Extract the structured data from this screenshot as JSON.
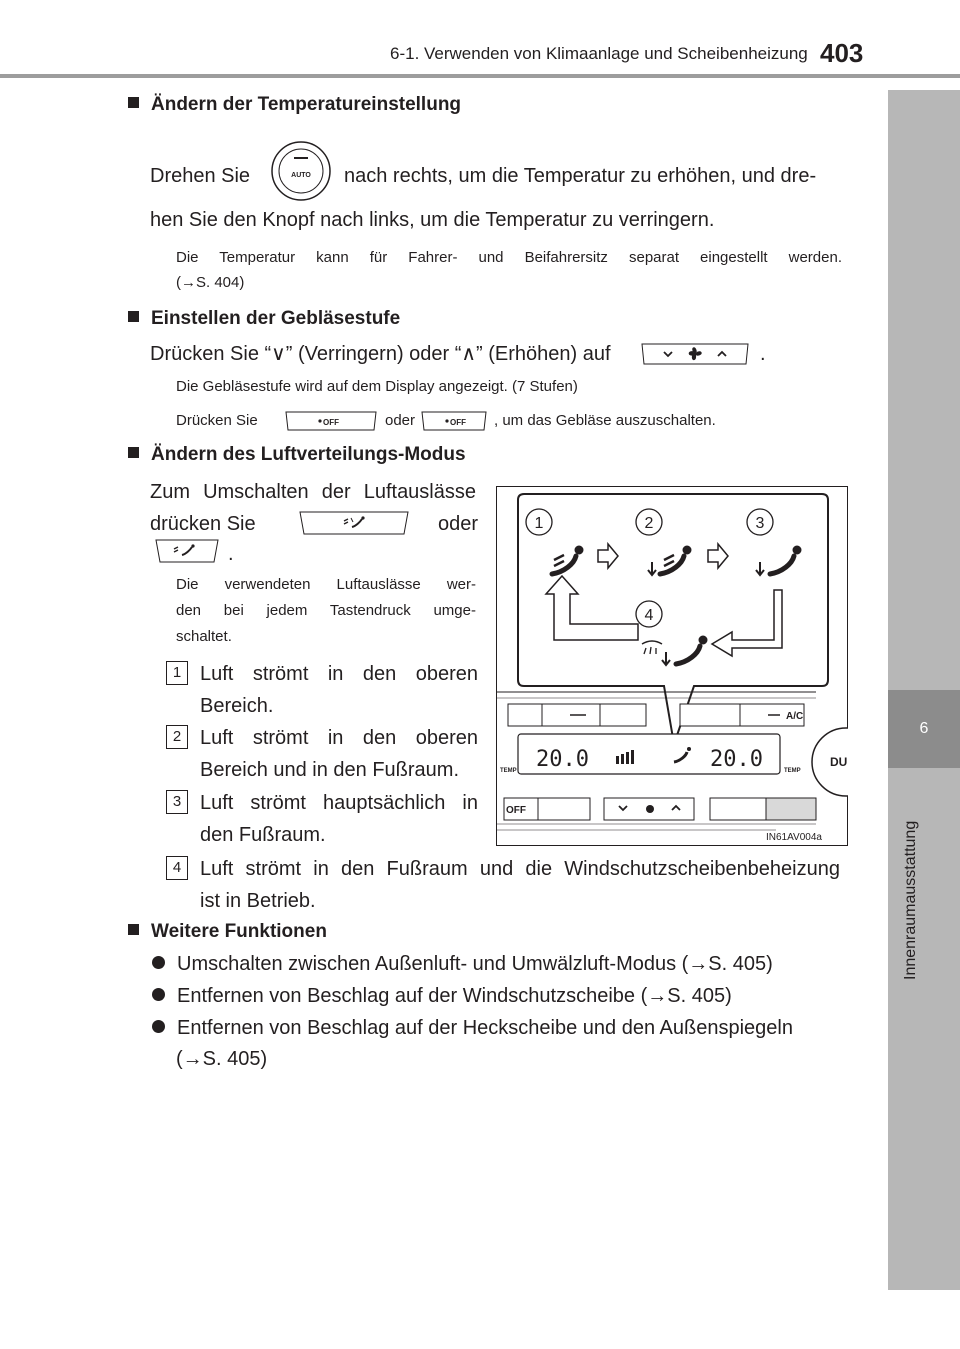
{
  "header": {
    "section_title": "6-1. Verwenden von Klimaanlage und Scheibenheizung",
    "page_number": "403"
  },
  "side_tab": {
    "chapter": "6",
    "label": "Innenraumausstattung"
  },
  "sec1": {
    "heading": "Ändern der Temperatureinstellung",
    "line1_a": "Drehen Sie",
    "line1_b": "nach rechts, um die Temperatur zu erhöhen, und dre-",
    "line2": "hen Sie den Knopf nach links, um die Temperatur zu verringern.",
    "note1": "Die Temperatur kann für Fahrer- und Beifahrersitz separat eingestellt werden.",
    "note2": "(→S. 404)",
    "knob_label": "AUTO"
  },
  "sec2": {
    "heading": "Einstellen der Gebläsestufe",
    "line1_a": "Drücken Sie “∨” (Verringern) oder “∧” (Erhöhen) auf",
    "line1_b": ".",
    "note1": "Die Gebläsestufe wird auf dem Display angezeigt. (7 Stufen)",
    "note2_a": "Drücken Sie",
    "note2_b": "oder",
    "note2_c": ", um das Gebläse auszuschalten.",
    "off_label": "OFF"
  },
  "sec3": {
    "heading": "Ändern des Luftverteilungs-Modus",
    "intro1": "Zum Umschalten der Luftauslässe",
    "intro2_a": "drücken Sie",
    "intro2_b": "oder",
    "intro3": ".",
    "note1": "Die verwendeten Luftauslässe wer-",
    "note2": "den bei jedem Tastendruck umge-",
    "note3": "schaltet.",
    "items": [
      {
        "num": "1",
        "l1": "Luft strömt in den oberen",
        "l2": "Bereich."
      },
      {
        "num": "2",
        "l1": "Luft strömt in den oberen",
        "l2": "Bereich und in den Fußraum."
      },
      {
        "num": "3",
        "l1": "Luft strömt hauptsächlich in",
        "l2": "den Fußraum."
      },
      {
        "num": "4",
        "l1": "Luft strömt in den Fußraum und die Windschutzscheibenbeheizung",
        "l2": "ist in Betrieb."
      }
    ]
  },
  "figure": {
    "callouts": [
      "1",
      "2",
      "3",
      "4"
    ],
    "temp_left": "20.0",
    "temp_right": "20.0",
    "ac_label": "A/C",
    "temp_label": "TEMP",
    "off_label": "OFF",
    "dual_label": "DU",
    "image_code": "IN61AV004a"
  },
  "sec4": {
    "heading": "Weitere Funktionen",
    "bullets": [
      "Umschalten zwischen Außenluft- und Umwälzluft-Modus (→S. 405)",
      "Entfernen von Beschlag auf der Windschutzscheibe (→S. 405)",
      "Entfernen von Beschlag auf der Heckscheibe und den Außenspiegeln"
    ],
    "bullet3_cont": "(→S. 405)"
  }
}
